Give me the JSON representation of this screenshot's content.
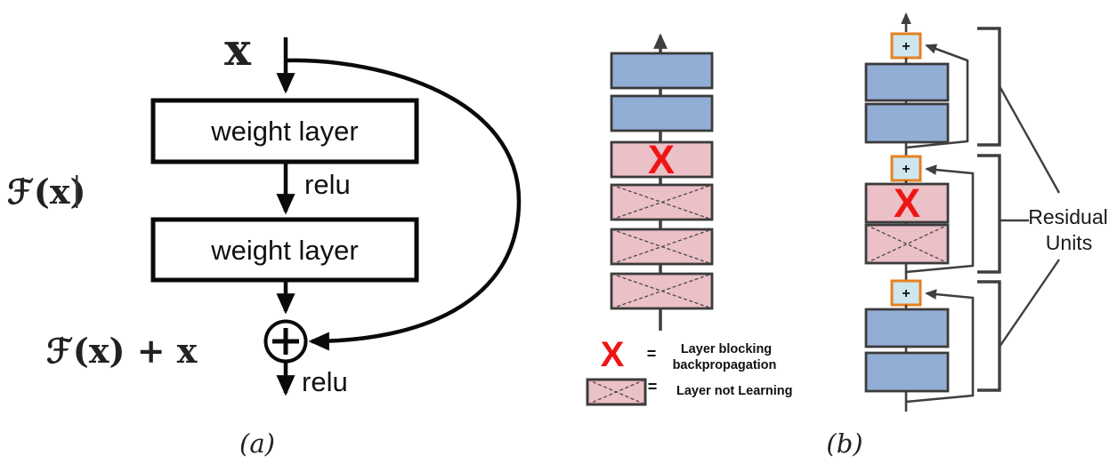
{
  "figure": {
    "captions": {
      "a": "(a)",
      "b": "(b)"
    },
    "panel_a": {
      "input_label": "x",
      "weight_layer_top": "weight layer",
      "weight_layer_bottom": "weight layer",
      "relu_mid": "relu",
      "relu_out": "relu",
      "residual_function": "ℱ(x)",
      "residual_sum": "ℱ(x) + x"
    },
    "panel_plain_stack": {
      "x_marker": "X"
    },
    "legend": {
      "x_symbol": "X",
      "equals_blocking": "=",
      "blocking_line1": "Layer blocking",
      "blocking_line2": "backpropagation",
      "equals_not_learning": "=",
      "not_learning_label": "Layer not Learning"
    },
    "panel_residual_stack": {
      "plus_top": "+",
      "plus_mid": "+",
      "plus_bottom": "+",
      "x_marker": "X",
      "annotation_line1": "Residual",
      "annotation_line2": "Units"
    },
    "colors": {
      "blue_box": "#93aed5",
      "pink_box": "#ebc0c6",
      "red_x": "#ee1515",
      "plus_box_fill": "#cfe6ef",
      "plus_box_border": "#e58220",
      "dark_line": "#3f3f3f",
      "black_line": "#0a0a0a"
    }
  }
}
